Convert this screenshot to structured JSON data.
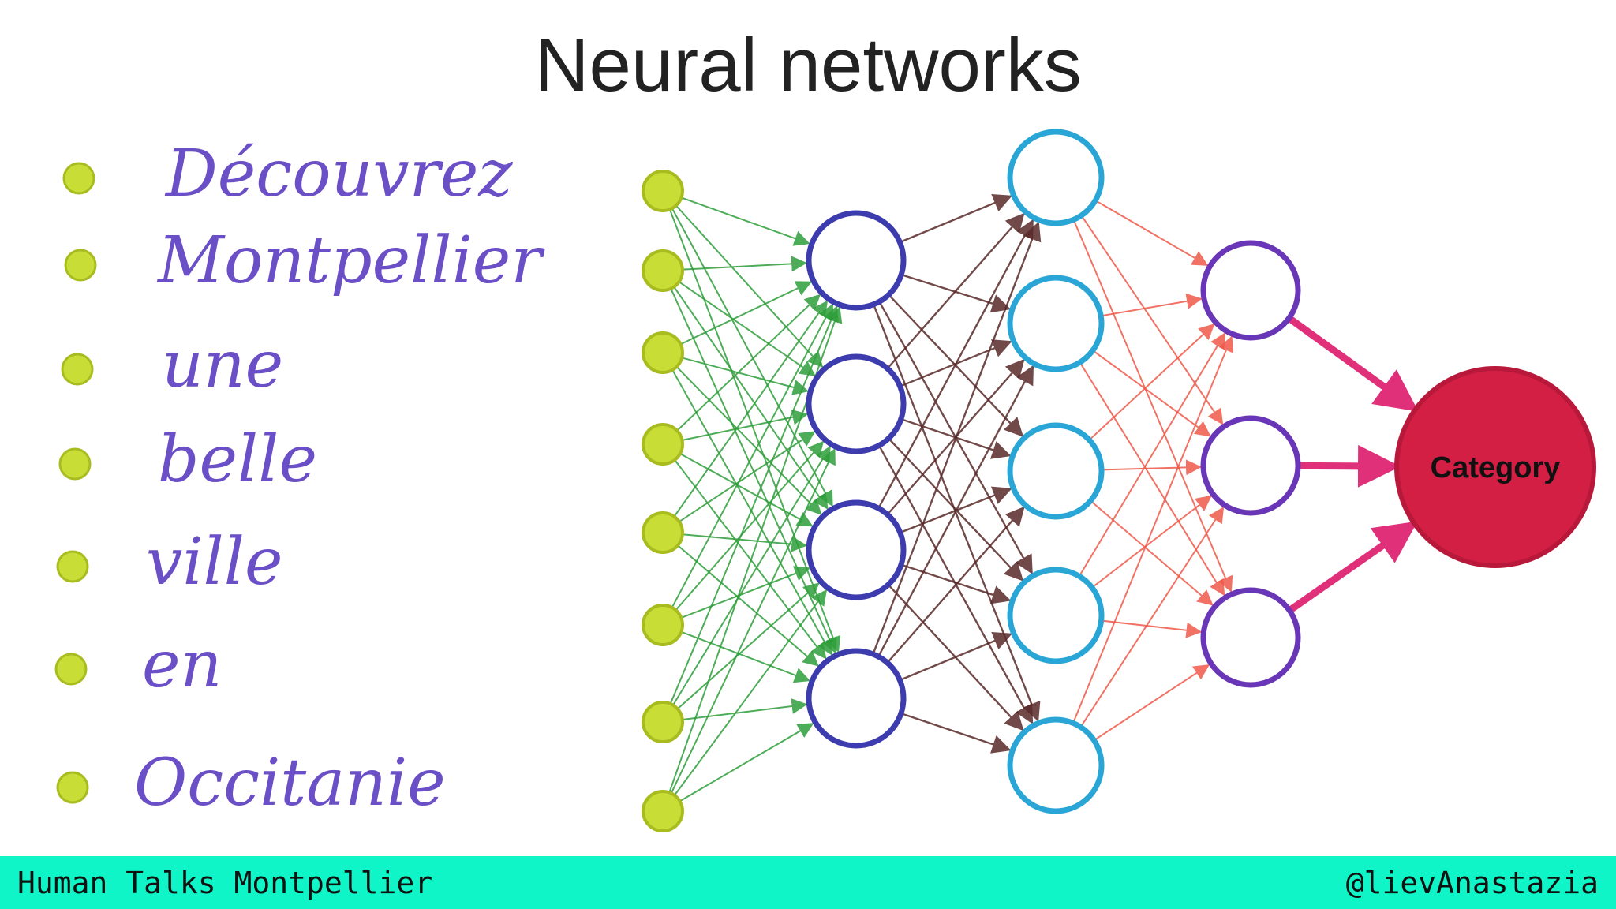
{
  "slide": {
    "title": "Neural networks"
  },
  "diagram": {
    "words": [
      "Découvrez",
      "Montpellier",
      "une",
      "belle",
      "ville",
      "en",
      "Occitanie"
    ],
    "layers": [
      8,
      4,
      5,
      3,
      1
    ],
    "output_label": "Category",
    "colors": {
      "word_text": "#6a4fc6",
      "word_bullet": "#c8dd35",
      "input_node": "#c8dd35",
      "hidden1_node": "#3c3cae",
      "hidden2_node": "#2aa6d6",
      "hidden3_node": "#6a36b8",
      "output_node": "#d41f44",
      "edges_input_hidden1": "#2f9e3a",
      "edges_hidden1_hidden2": "#5a2a2a",
      "edges_hidden2_hidden3": "#ef5a4a",
      "edges_hidden3_output": "#e0307a"
    }
  },
  "footer": {
    "left_text": "Human Talks Montpellier",
    "right_text": "@lievAnastazia",
    "background": "#0ff5c8"
  }
}
